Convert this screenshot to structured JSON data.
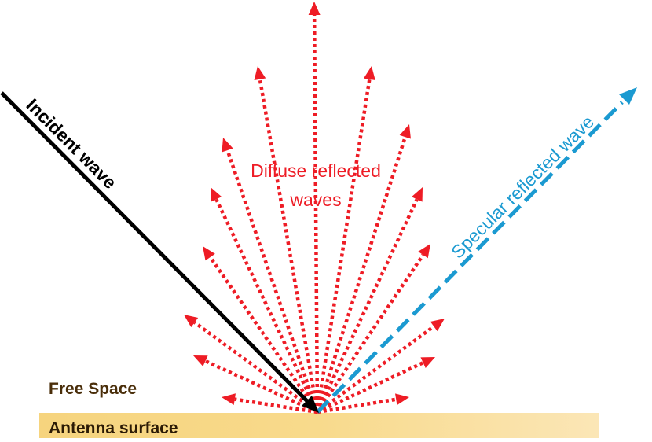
{
  "labels": {
    "incident": "Incident wave",
    "diffuse_line1": "Diffuse reflected",
    "diffuse_line2": "waves",
    "specular": "Specular reflected wave",
    "free_space": "Free Space",
    "surface": "Antenna surface"
  },
  "colors": {
    "incident": "#000000",
    "diffuse": "#ee1c25",
    "specular": "#1b9ad1",
    "free_space_text": "#4a2e0a",
    "surface_text": "#2b1a05",
    "surface_fill_top": "#fbe3a4",
    "surface_fill_bottom": "#f6cf6b"
  }
}
